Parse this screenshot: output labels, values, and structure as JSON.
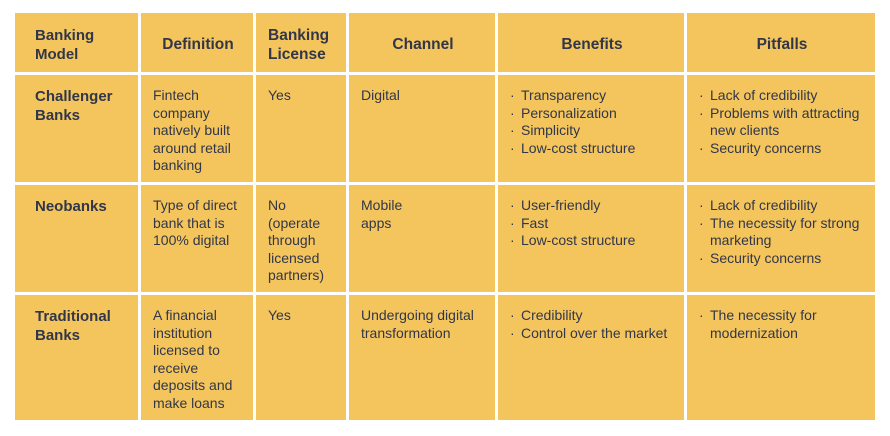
{
  "bullet_char": "·",
  "colors": {
    "cell_bg": "#F4C55C",
    "text": "#313649",
    "gap": "#FFFFFF",
    "page_bg": "#FFFFFF"
  },
  "table": {
    "columns": [
      "Banking Model",
      "Definition",
      "Banking License",
      "Channel",
      "Benefits",
      "Pitfalls"
    ],
    "rows": [
      {
        "model": "Challenger Banks",
        "definition": "Fintech company natively built around retail banking",
        "license": "Yes",
        "channel": "Digital",
        "benefits": [
          "Transparency",
          "Personalization",
          "Simplicity",
          "Low-cost structure"
        ],
        "pitfalls": [
          "Lack of credibility",
          "Problems with attracting new clients",
          "Security concerns"
        ]
      },
      {
        "model": "Neobanks",
        "definition": "Type of direct bank that is 100% digital",
        "license": "No\n(operate through licensed partners)",
        "channel": "Mobile\napps",
        "benefits": [
          "User-friendly",
          "Fast",
          "Low-cost structure"
        ],
        "pitfalls": [
          "Lack of credibility",
          "The necessity for strong marketing",
          "Security concerns"
        ]
      },
      {
        "model": "Traditional Banks",
        "definition": "A financial institution licensed to receive deposits and make loans",
        "license": "Yes",
        "channel": "Undergoing digital transformation",
        "benefits": [
          "Credibility",
          "Control over the market"
        ],
        "pitfalls": [
          "The necessity for modernization"
        ]
      }
    ]
  },
  "chart_data": {
    "type": "table",
    "title": "Banking models comparison",
    "columns": [
      "Banking Model",
      "Definition",
      "Banking License",
      "Channel",
      "Benefits",
      "Pitfalls"
    ],
    "rows": [
      [
        "Challenger Banks",
        "Fintech company natively built around retail banking",
        "Yes",
        "Digital",
        "Transparency; Personalization; Simplicity; Low-cost structure",
        "Lack of credibility; Problems with attracting new clients; Security concerns"
      ],
      [
        "Neobanks",
        "Type of direct bank that is 100% digital",
        "No (operate through licensed partners)",
        "Mobile apps",
        "User-friendly; Fast; Low-cost structure",
        "Lack of credibility; The necessity for strong marketing; Security concerns"
      ],
      [
        "Traditional Banks",
        "A financial institution licensed to receive deposits and make loans",
        "Yes",
        "Undergoing digital transformation",
        "Credibility; Control over the market",
        "The necessity for modernization"
      ]
    ]
  }
}
